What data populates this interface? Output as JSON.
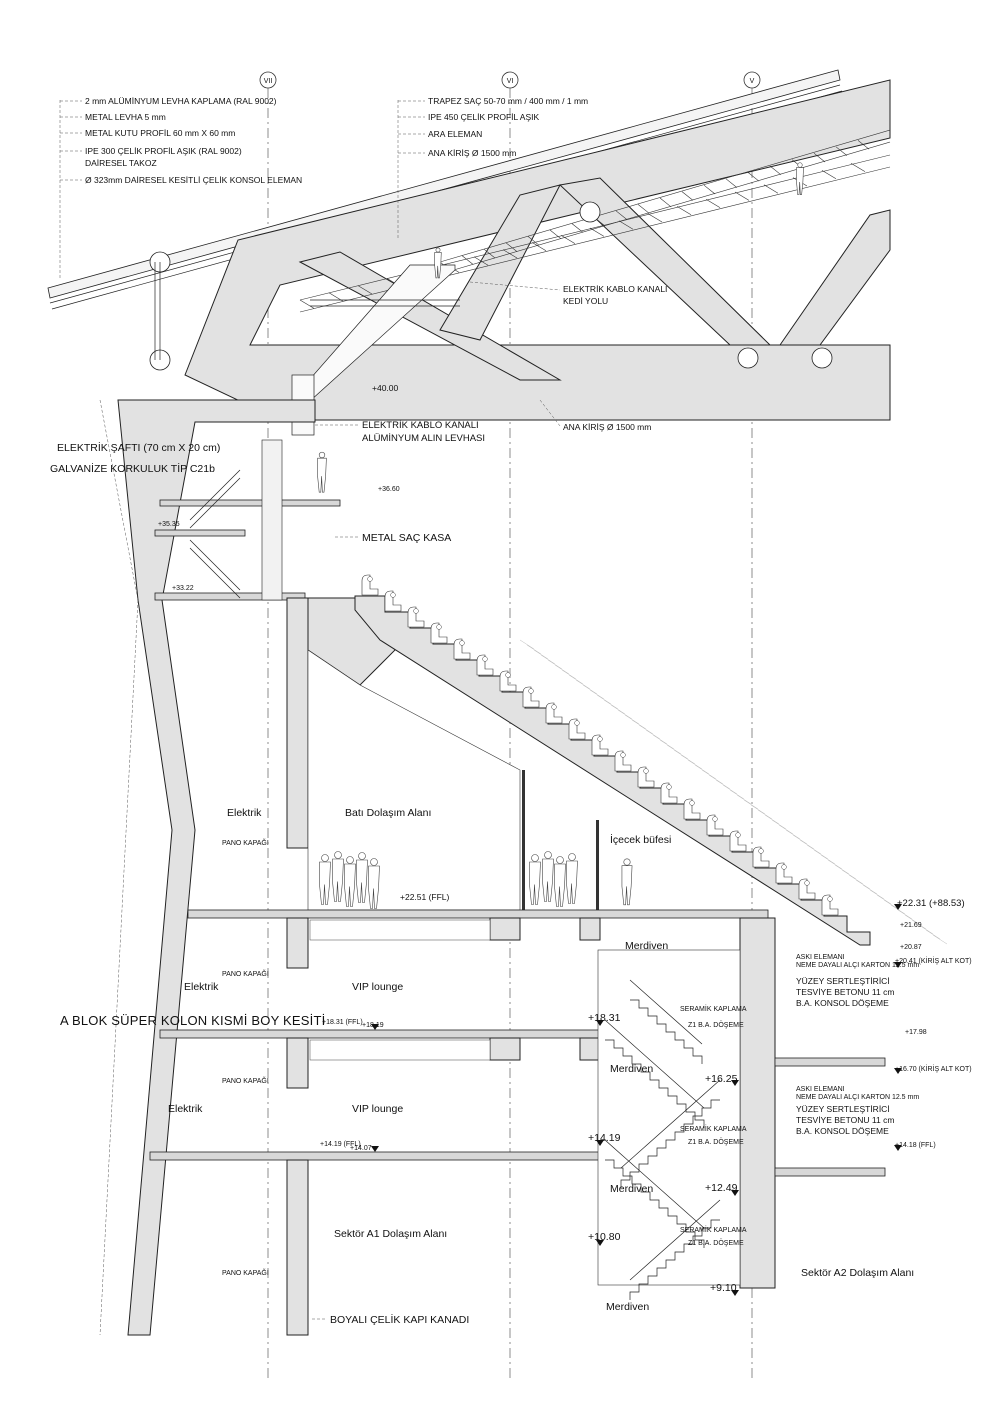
{
  "grid_axes": [
    "VII",
    "VI",
    "V"
  ],
  "roof_notes_left": [
    "2 mm ALÜMİNYUM LEVHA KAPLAMA (RAL 9002)",
    "METAL LEVHA 5 mm",
    "METAL KUTU PROFİL 60 mm X 60 mm",
    "IPE 300 ÇELİK PROFİL AŞIK (RAL 9002)",
    "DAİRESEL TAKOZ",
    "Ø 323mm DAİRESEL KESİTLİ ÇELİK KONSOL ELEMAN"
  ],
  "roof_notes_right": [
    "TRAPEZ SAÇ 50-70 mm / 400 mm / 1 mm",
    "IPE 450 ÇELİK PROFİL AŞIK",
    "ARA ELEMAN",
    "ANA KİRİŞ Ø 1500 mm"
  ],
  "truss_labels": {
    "cable_channel": "ELEKTRİK KABLO KANALI",
    "catwalk": "KEDİ YOLU",
    "main_beam": "ANA KİRİŞ Ø 1500 mm",
    "cable_channel_2": "ELEKTRİK KABLO KANALI",
    "aluminium_front": "ALÜMİNYUM ALIN LEVHASI",
    "elevation_40": "+40.00"
  },
  "upper_labels": {
    "electric_shaft": "ELEKTRİK ŞAFTI (70 cm X 20 cm)",
    "railing": "GALVANİZE KORKULUK TİP C21b",
    "metal_case": "METAL SAÇ KASA",
    "elev_3660": "+36.60",
    "elev_3535": "+35.35",
    "elev_3322": "+33.22"
  },
  "rooms": {
    "elektrik_top": "Elektrik",
    "bati": "Batı Dolaşım Alanı",
    "icecek": "İçecek büfesi",
    "elektrik_2": "Elektrik",
    "vip_1": "VIP lounge",
    "merdiven_1": "Merdiven",
    "elektrik_3": "Elektrik",
    "vip_2": "VIP lounge",
    "merdiven_2": "Merdiven",
    "merdiven_3": "Merdiven",
    "sektor_a1": "Sektör A1 Dolaşım Alanı",
    "merdiven_4": "Merdiven",
    "sektor_a2": "Sektör A2 Dolaşım Alanı"
  },
  "small_labels": {
    "pano": "PANO KAPAĞI",
    "seramik": "SERAMİK KAPLAMA",
    "z1": "Z1 B.A. DÖŞEME",
    "boyali": "BOYALI ÇELİK KAPI KANADI"
  },
  "elevations": {
    "ffl_2251": "+22.51 (FFL)",
    "e2231": "+22.31 (+88.53)",
    "e2169": "+21.69",
    "e2087": "+20.87",
    "e2041": "+20.41 (KİRİŞ ALT KOT)",
    "e1831a": "+18.31 (FFL)",
    "e1819": "+18.19",
    "e1831": "+18.31",
    "e1798": "+17.98",
    "e1670": "+16.70 (KİRİŞ ALT KOT)",
    "e1625": "+16.25",
    "e1419a": "+14.19 (FFL)",
    "e1407": "+14.07",
    "e1419": "+14.19",
    "e1418": "+14.18 (FFL)",
    "e1249": "+12.49",
    "e1080": "+10.80",
    "e910": "+9.10"
  },
  "right_notes": {
    "askı_1": "ASKI ELEMANI",
    "nem_1": "NEME DAYALI ALÇI KARTON 12.5 mm",
    "yuzey_1": "YÜZEY SERTLEŞTİRİCİ",
    "tesviye_1": "TESVİYE BETONU 11 cm",
    "konsol_1": "B.A. KONSOL DÖŞEME",
    "askı_2": "ASKI ELEMANI",
    "nem_2": "NEME DAYALI ALÇI KARTON 12.5 mm",
    "yuzey_2": "YÜZEY SERTLEŞTİRİCİ",
    "tesviye_2": "TESVİYE BETONU 11 cm",
    "konsol_2": "B.A. KONSOL DÖŞEME"
  },
  "caption": "A BLOK SÜPER KOLON KISMİ BOY KESİTİ"
}
